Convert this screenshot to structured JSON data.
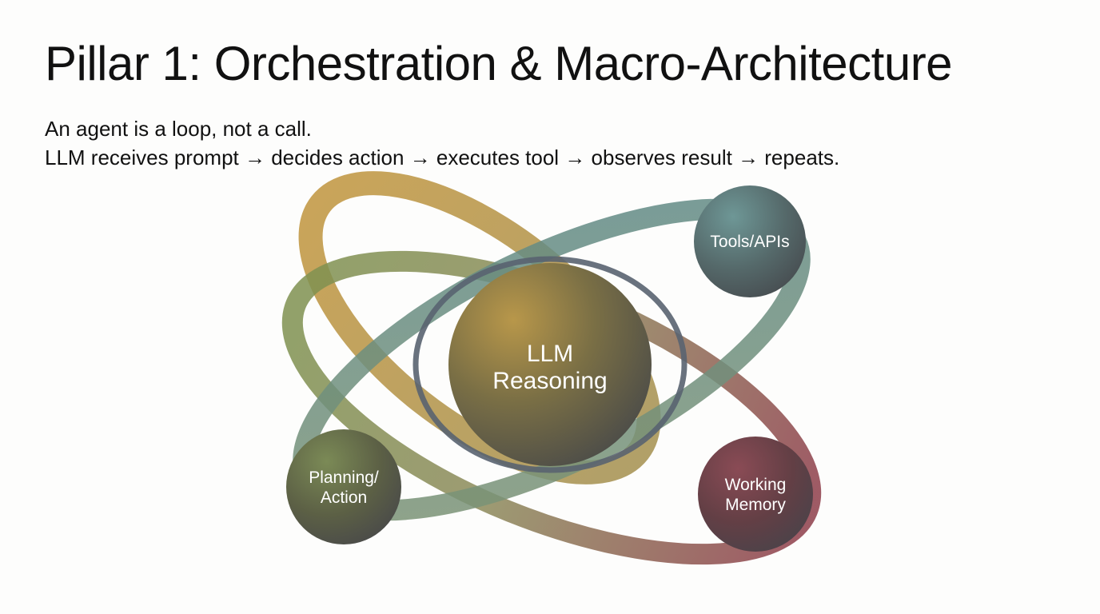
{
  "slide": {
    "title": "Pillar 1: Orchestration & Macro-Architecture",
    "subtitle_line1": "An agent is a loop, not a call.",
    "subtitle_line2": "LLM receives prompt → decides action → executes tool → observes result → repeats."
  },
  "diagram": {
    "center": {
      "line1": "LLM",
      "line2": "Reasoning",
      "color": "#7b7449"
    },
    "nodes": {
      "tools": {
        "line1": "Tools/APIs",
        "color": "#56706f"
      },
      "planning": {
        "line1": "Planning/",
        "line2": "Action",
        "color": "#5d6246"
      },
      "memory": {
        "line1": "Working",
        "line2": "Memory",
        "color": "#6e4048"
      }
    },
    "rings": {
      "gold": "#c29a4a",
      "teal": "#5f8a88",
      "green": "#849451",
      "maroon": "#8e3e4a",
      "slate": "#4f5a66"
    }
  }
}
